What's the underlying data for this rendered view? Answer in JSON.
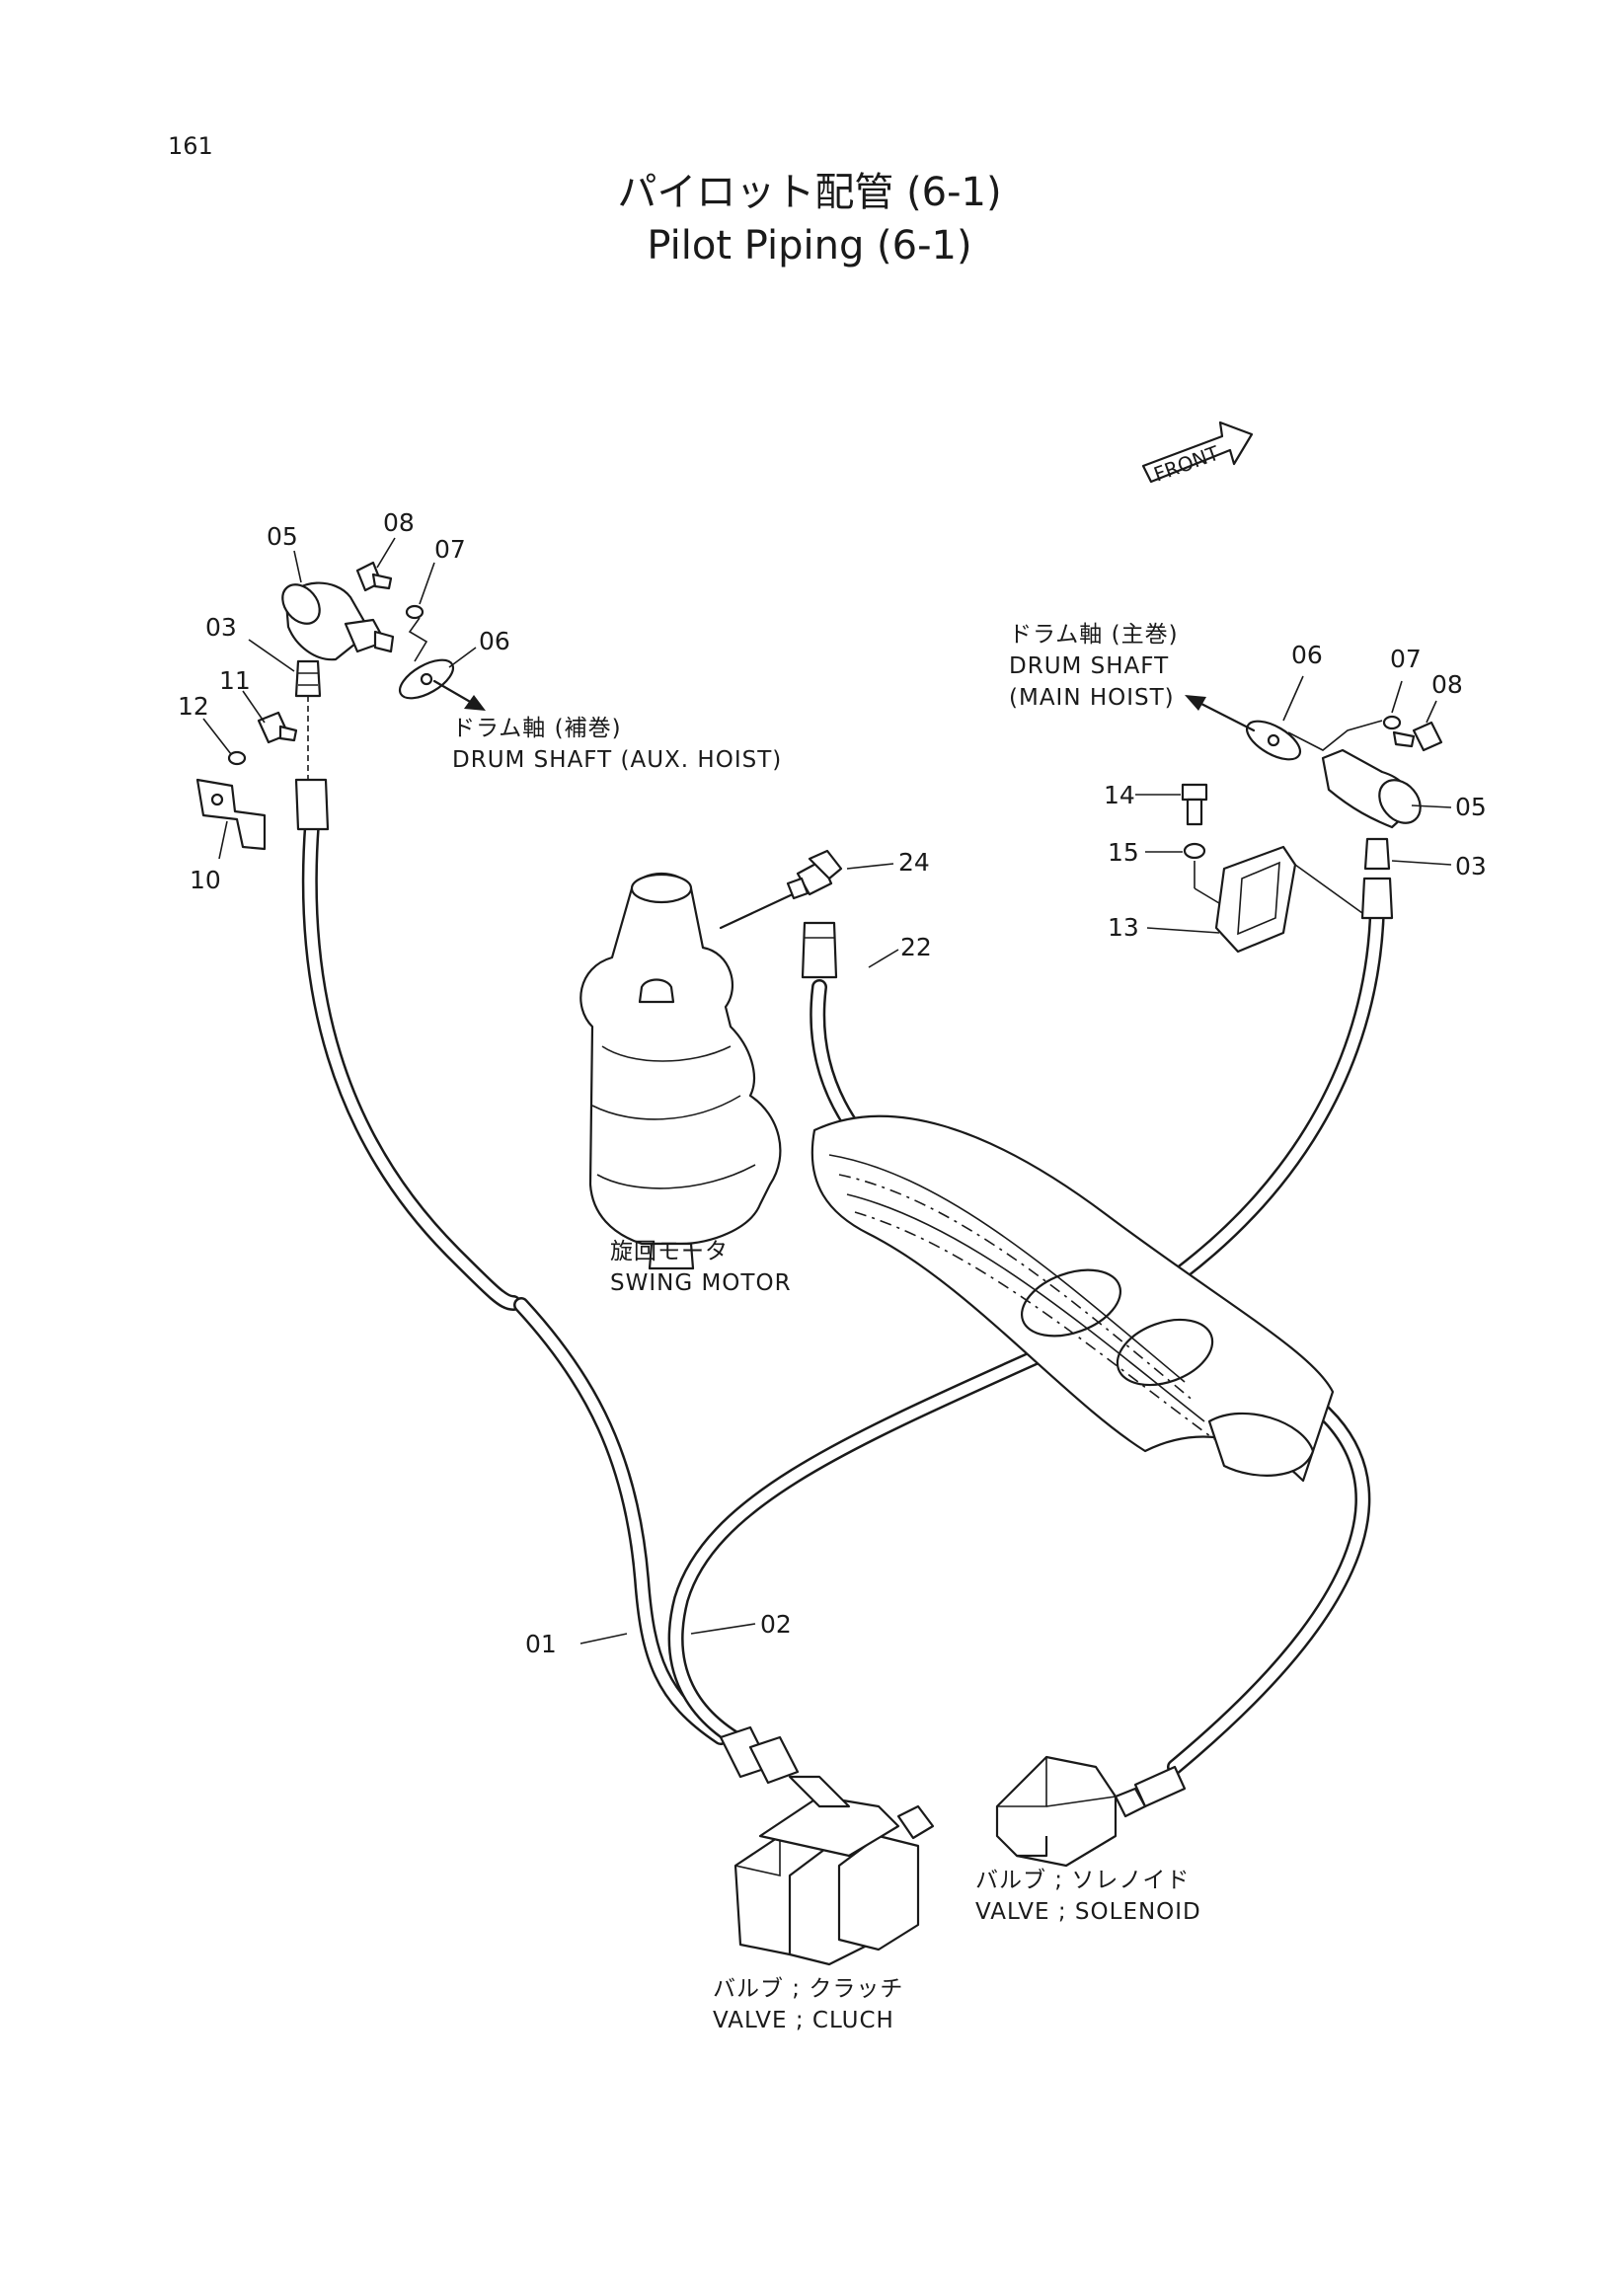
{
  "page_number": "161",
  "title_jp": "パイロット配管 (6-1)",
  "title_en": "Pilot Piping (6-1)",
  "front_label": "FRONT",
  "callouts": {
    "c05_left": "05",
    "c08_left": "08",
    "c07_left": "07",
    "c03_left": "03",
    "c06_left": "06",
    "c11": "11",
    "c12": "12",
    "c10": "10",
    "c24": "24",
    "c22": "22",
    "c06_right": "06",
    "c07_right": "07",
    "c08_right": "08",
    "c14": "14",
    "c15": "15",
    "c13": "13",
    "c05_right": "05",
    "c03_right": "03",
    "c01": "01",
    "c02": "02"
  },
  "captions": {
    "drum_aux_jp": "ドラム軸 (補巻)",
    "drum_aux_en": "DRUM SHAFT (AUX. HOIST)",
    "drum_main_jp": "ドラム軸 (主巻)",
    "drum_main_en1": "DRUM SHAFT",
    "drum_main_en2": "(MAIN HOIST)",
    "swing_jp": "旋回モータ",
    "swing_en": "SWING MOTOR",
    "valve_sol_jp": "バルブ ; ソレノイド",
    "valve_sol_en": "VALVE ; SOLENOID",
    "valve_clutch_jp": "バルブ ; クラッチ",
    "valve_clutch_en": "VALVE ; CLUCH"
  }
}
